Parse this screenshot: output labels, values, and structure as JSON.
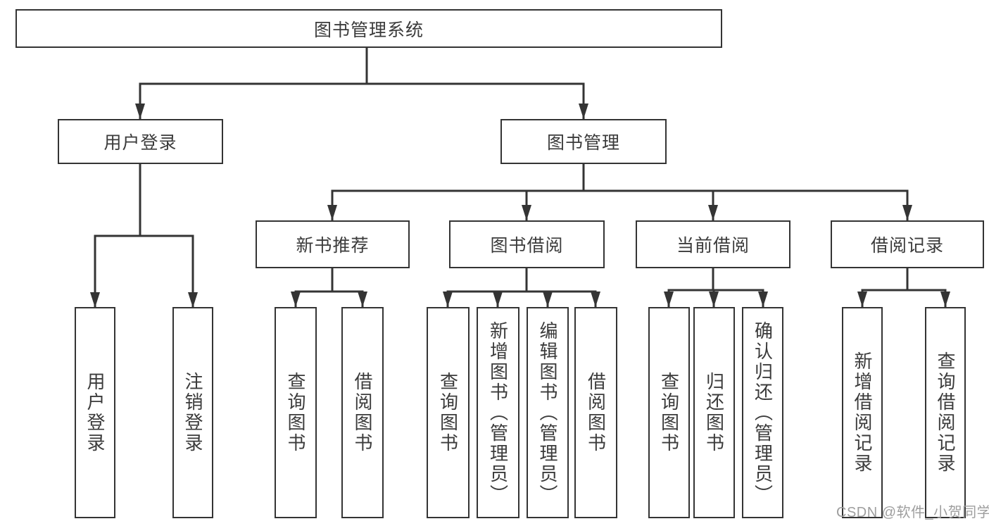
{
  "diagram": {
    "root": {
      "label": "图书管理系统"
    },
    "level2": [
      {
        "label": "用户登录"
      },
      {
        "label": "图书管理"
      }
    ],
    "level3": [
      {
        "label": "新书推荐"
      },
      {
        "label": "图书借阅"
      },
      {
        "label": "当前借阅"
      },
      {
        "label": "借阅记录"
      }
    ],
    "leaves": {
      "login": [
        "用户登录",
        "注销登录"
      ],
      "recommend": [
        "查询图书",
        "借阅图书"
      ],
      "borrow": [
        "查询图书",
        "新增图书（管理员）",
        "编辑图书（管理员）",
        "借阅图书"
      ],
      "current": [
        "查询图书",
        "归还图书",
        "确认归还（管理员）"
      ],
      "records": [
        "新增借阅记录",
        "查询借阅记录"
      ]
    },
    "connector_style": {
      "arrow": "filled-triangle-down",
      "line_color": "#343434"
    }
  },
  "colors": {
    "line": "#343434",
    "text": "#3b3b3b",
    "box_background": "#ffffff",
    "page_background": "#ffffff",
    "watermark": "#9e9e9e"
  },
  "watermark": {
    "text": "CSDN @软件_小贺同学"
  }
}
